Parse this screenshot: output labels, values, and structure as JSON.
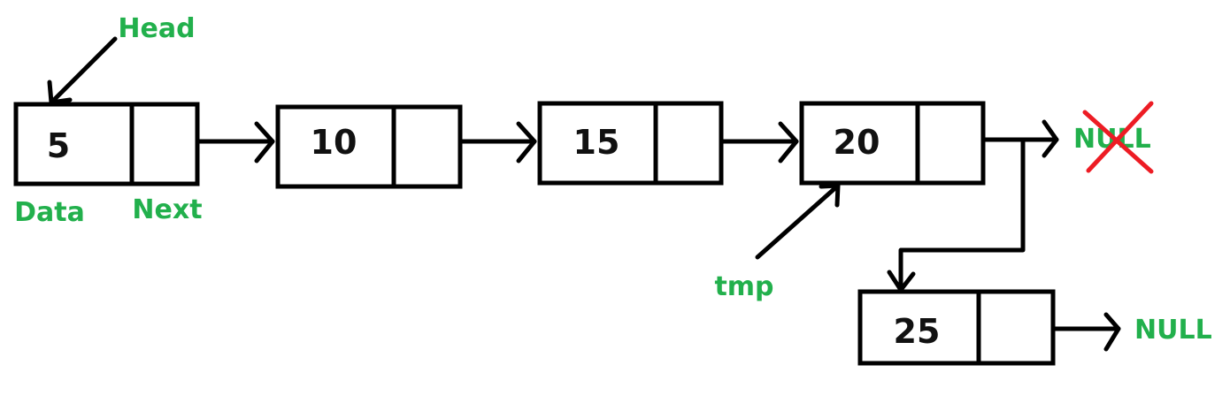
{
  "colors": {
    "label": "#22b04c",
    "cross": "#ed1c24",
    "ink": "#000000"
  },
  "labels": {
    "head": "Head",
    "data": "Data",
    "next": "Next",
    "tmp": "tmp",
    "null_old": "NULL",
    "null_new": "NULL"
  },
  "nodes": [
    {
      "value": "5"
    },
    {
      "value": "10"
    },
    {
      "value": "15"
    },
    {
      "value": "20"
    },
    {
      "value": "25"
    }
  ]
}
